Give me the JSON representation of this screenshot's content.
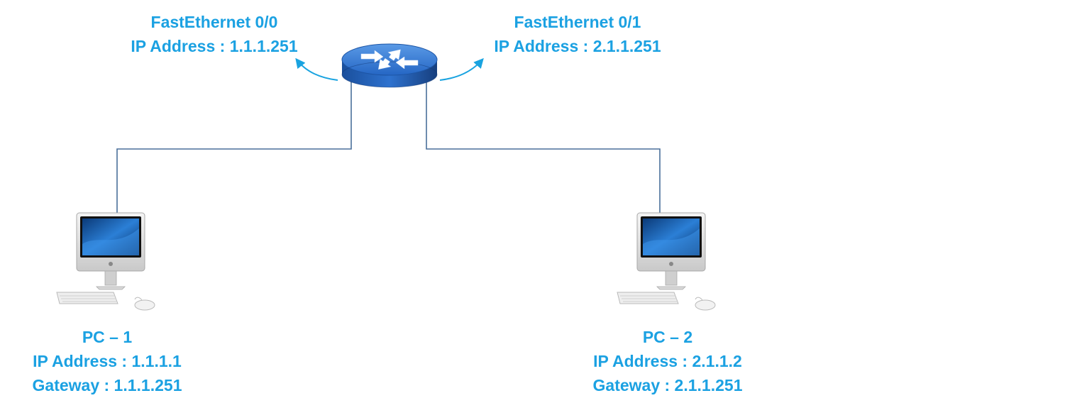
{
  "colors": {
    "label_text": "#1ba1e2",
    "link_line": "#4a6f9a",
    "router_blue": "#1f5fb8",
    "arrow": "#19a3e0"
  },
  "router": {
    "icon": "router-icon",
    "interfaces": [
      {
        "name": "FastEthernet 0/0",
        "ip": "IP Address : 1.1.1.251"
      },
      {
        "name": "FastEthernet 0/1",
        "ip": "IP Address : 2.1.1.251"
      }
    ]
  },
  "pcs": [
    {
      "icon": "desktop-computer-icon",
      "name": "PC – 1",
      "ip": "IP Address : 1.1.1.1",
      "gateway": "Gateway : 1.1.1.251"
    },
    {
      "icon": "desktop-computer-icon",
      "name": "PC – 2",
      "ip": "IP Address : 2.1.1.2",
      "gateway": "Gateway : 2.1.1.251"
    }
  ]
}
